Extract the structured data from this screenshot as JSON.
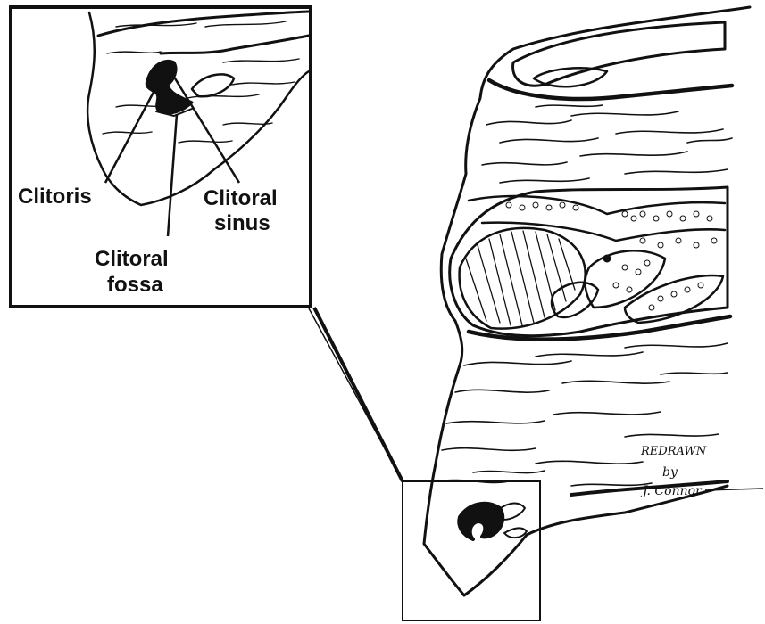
{
  "labels": {
    "clitoris": "Clitoris",
    "clitoral_sinus_line1": "Clitoral",
    "clitoral_sinus_line2": "sinus",
    "clitoral_fossa_line1": "Clitoral",
    "clitoral_fossa_line2": "fossa"
  },
  "signature": {
    "line1": "REDRAWN",
    "line2": "by",
    "line3": "J. Connor"
  },
  "colors": {
    "ink": "#111111",
    "paper": "#ffffff"
  }
}
